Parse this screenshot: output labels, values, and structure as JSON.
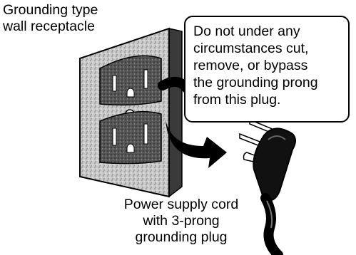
{
  "receptacle": {
    "label_line1": "Grounding type",
    "label_line2": "wall receptacle"
  },
  "warning": {
    "line1": "Do not under any",
    "line2": "circumstances cut,",
    "line3": "remove, or bypass",
    "line4": "the grounding prong",
    "line5": "from this plug."
  },
  "cord": {
    "label_line1": "Power supply cord",
    "label_line2": "with 3-prong",
    "label_line3": "grounding plug"
  },
  "icons": {
    "receptacle": "wall-receptacle-icon",
    "plug": "grounding-plug-icon",
    "arrow": "curved-arrow-icon"
  }
}
